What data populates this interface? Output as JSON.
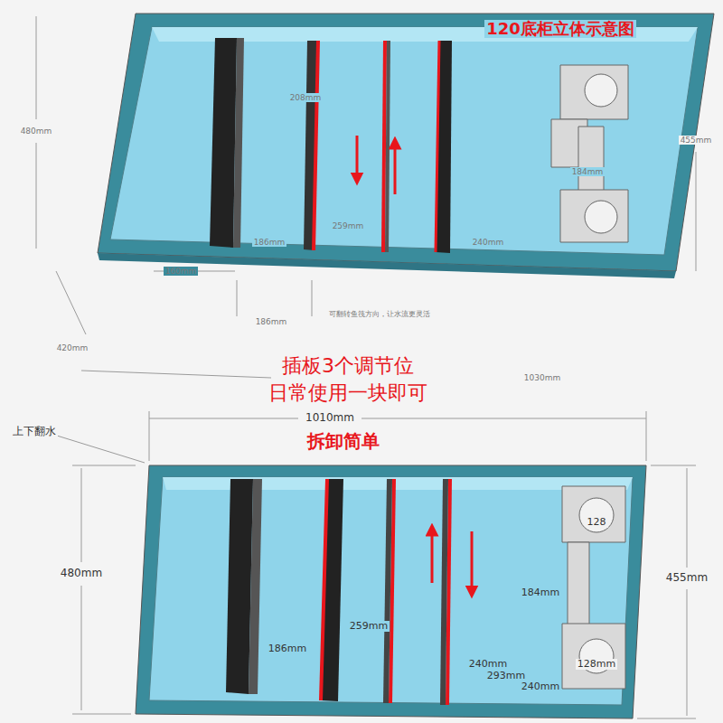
{
  "diagram": {
    "title": "120底柜立体示意图",
    "labels": [
      "480mm",
      "208mm",
      "455mm",
      "184mm",
      "259mm",
      "186mm",
      "240mm",
      "160mm",
      "186mm",
      "可翻转鱼筏方向，让水流更灵活",
      "420mm",
      "1030mm",
      "插板3个调节位",
      "日常使用一块即可",
      "拆卸简单",
      "上下翻水",
      "1010mm",
      "480mm",
      "455mm",
      "128",
      "184mm",
      "259mm",
      "186mm",
      "240mm",
      "293mm",
      "240mm",
      "128mm"
    ]
  }
}
